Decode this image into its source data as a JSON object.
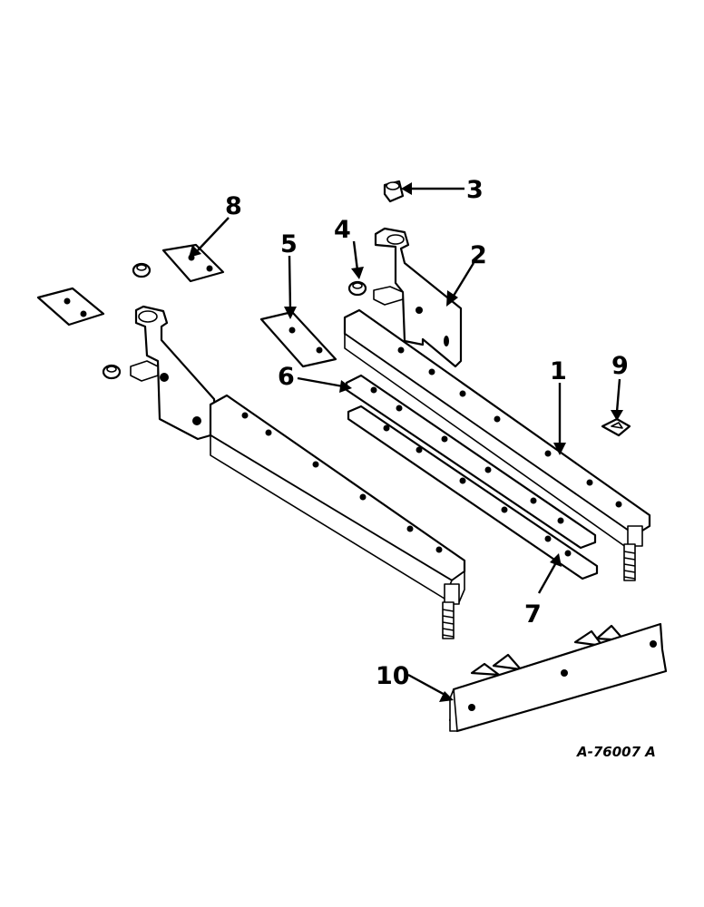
{
  "callouts": {
    "c1": "1",
    "c2": "2",
    "c3": "3",
    "c4": "4",
    "c5": "5",
    "c6": "6",
    "c7": "7",
    "c8": "8",
    "c9": "9",
    "c10": "10"
  },
  "drawing_id": "A-76007 A"
}
